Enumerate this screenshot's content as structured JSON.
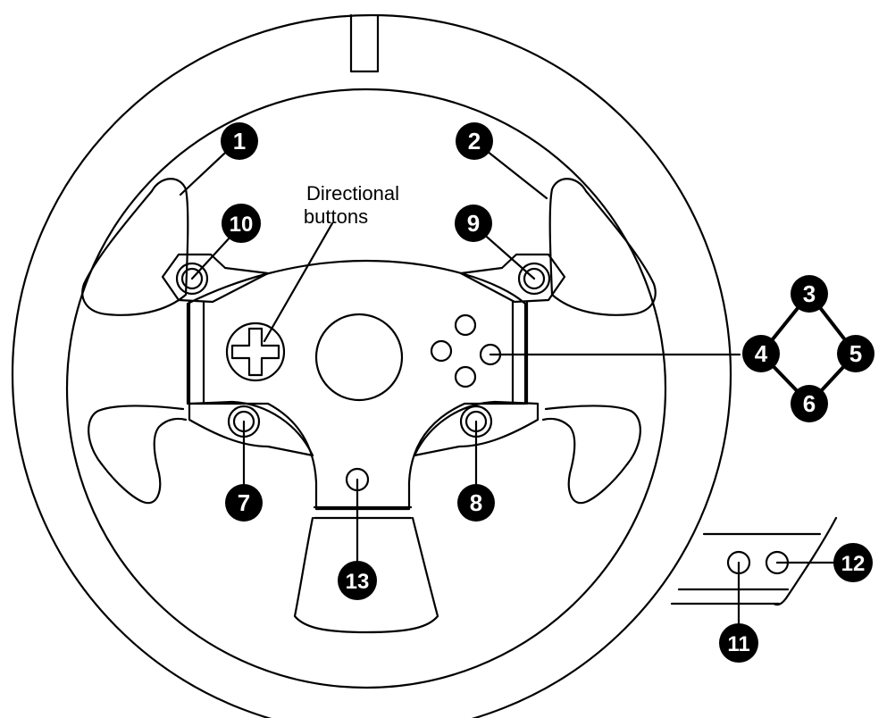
{
  "caption": {
    "line1": "Directional",
    "line2": "buttons"
  },
  "callouts": [
    "1",
    "2",
    "3",
    "4",
    "5",
    "6",
    "7",
    "8",
    "9",
    "10",
    "11",
    "12",
    "13"
  ],
  "colors": {
    "line": "#000000",
    "badge_fill": "#000000",
    "badge_text": "#ffffff",
    "background": "#ffffff"
  }
}
